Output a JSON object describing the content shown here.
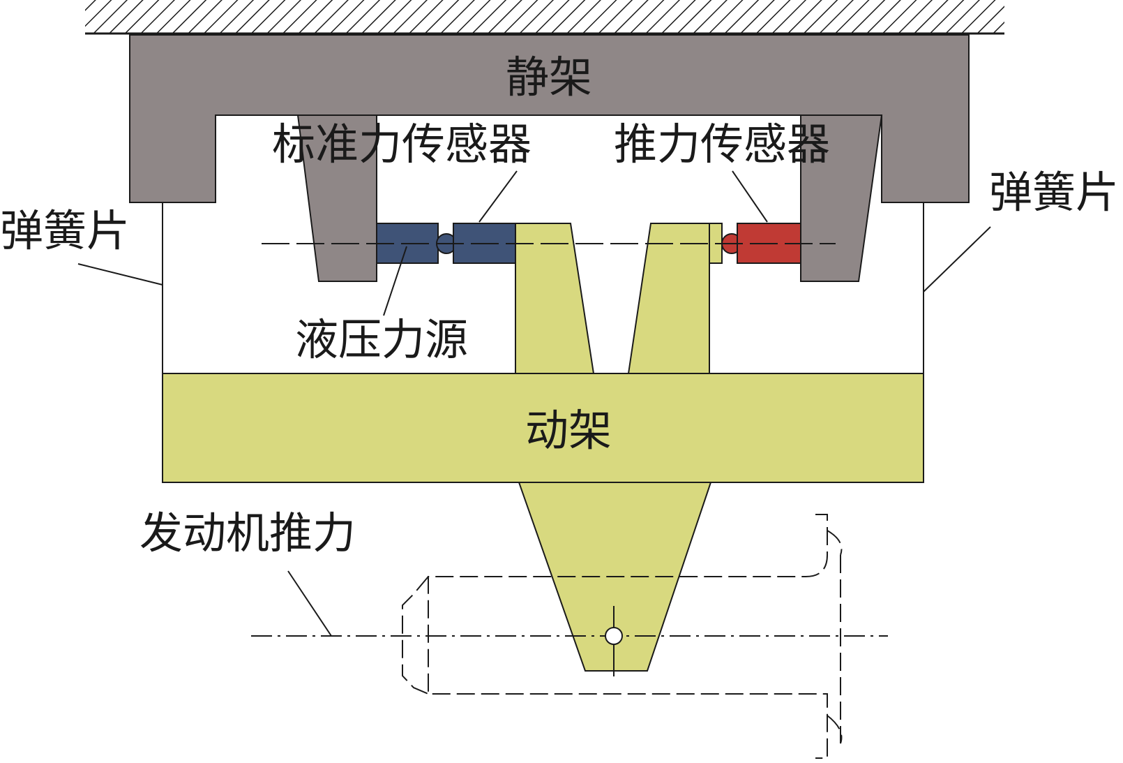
{
  "labels": {
    "static_frame": "静架",
    "moving_frame": "动架",
    "standard_force_sensor": "标准力传感器",
    "thrust_sensor": "推力传感器",
    "spring_plate_left": "弹簧片",
    "spring_plate_right": "弹簧片",
    "hydraulic_source": "液压力源",
    "engine_thrust": "发动机推力"
  },
  "colors": {
    "static_frame": "#8f8787",
    "moving_frame": "#d8d97f",
    "standard_sensor": "#3f5377",
    "thrust_sensor": "#c03a34",
    "line": "#1a1a1a"
  }
}
